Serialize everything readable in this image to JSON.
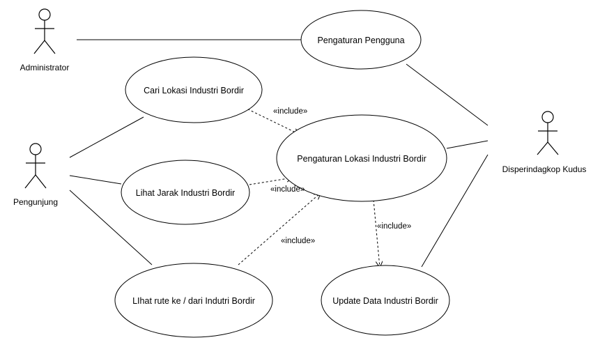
{
  "diagram": {
    "actors": {
      "administrator": "Administrator",
      "pengunjung": "Pengunjung",
      "disperindagkop": "Disperindagkop Kudus"
    },
    "usecases": {
      "pengaturan_pengguna": "Pengaturan Pengguna",
      "cari_lokasi": "Cari Lokasi Industri Bordir",
      "pengaturan_lokasi": "Pengaturan Lokasi Industri Bordir",
      "lihat_jarak": "Lihat Jarak Industri Bordir",
      "lihat_rute": "LIhat rute ke / dari Indutri Bordir",
      "update_data": "Update Data Industri Bordir"
    },
    "stereotypes": {
      "cari_include": "«include»",
      "jarak_include": "«include»",
      "rute_include": "«include»",
      "update_include": "«include»"
    }
  }
}
